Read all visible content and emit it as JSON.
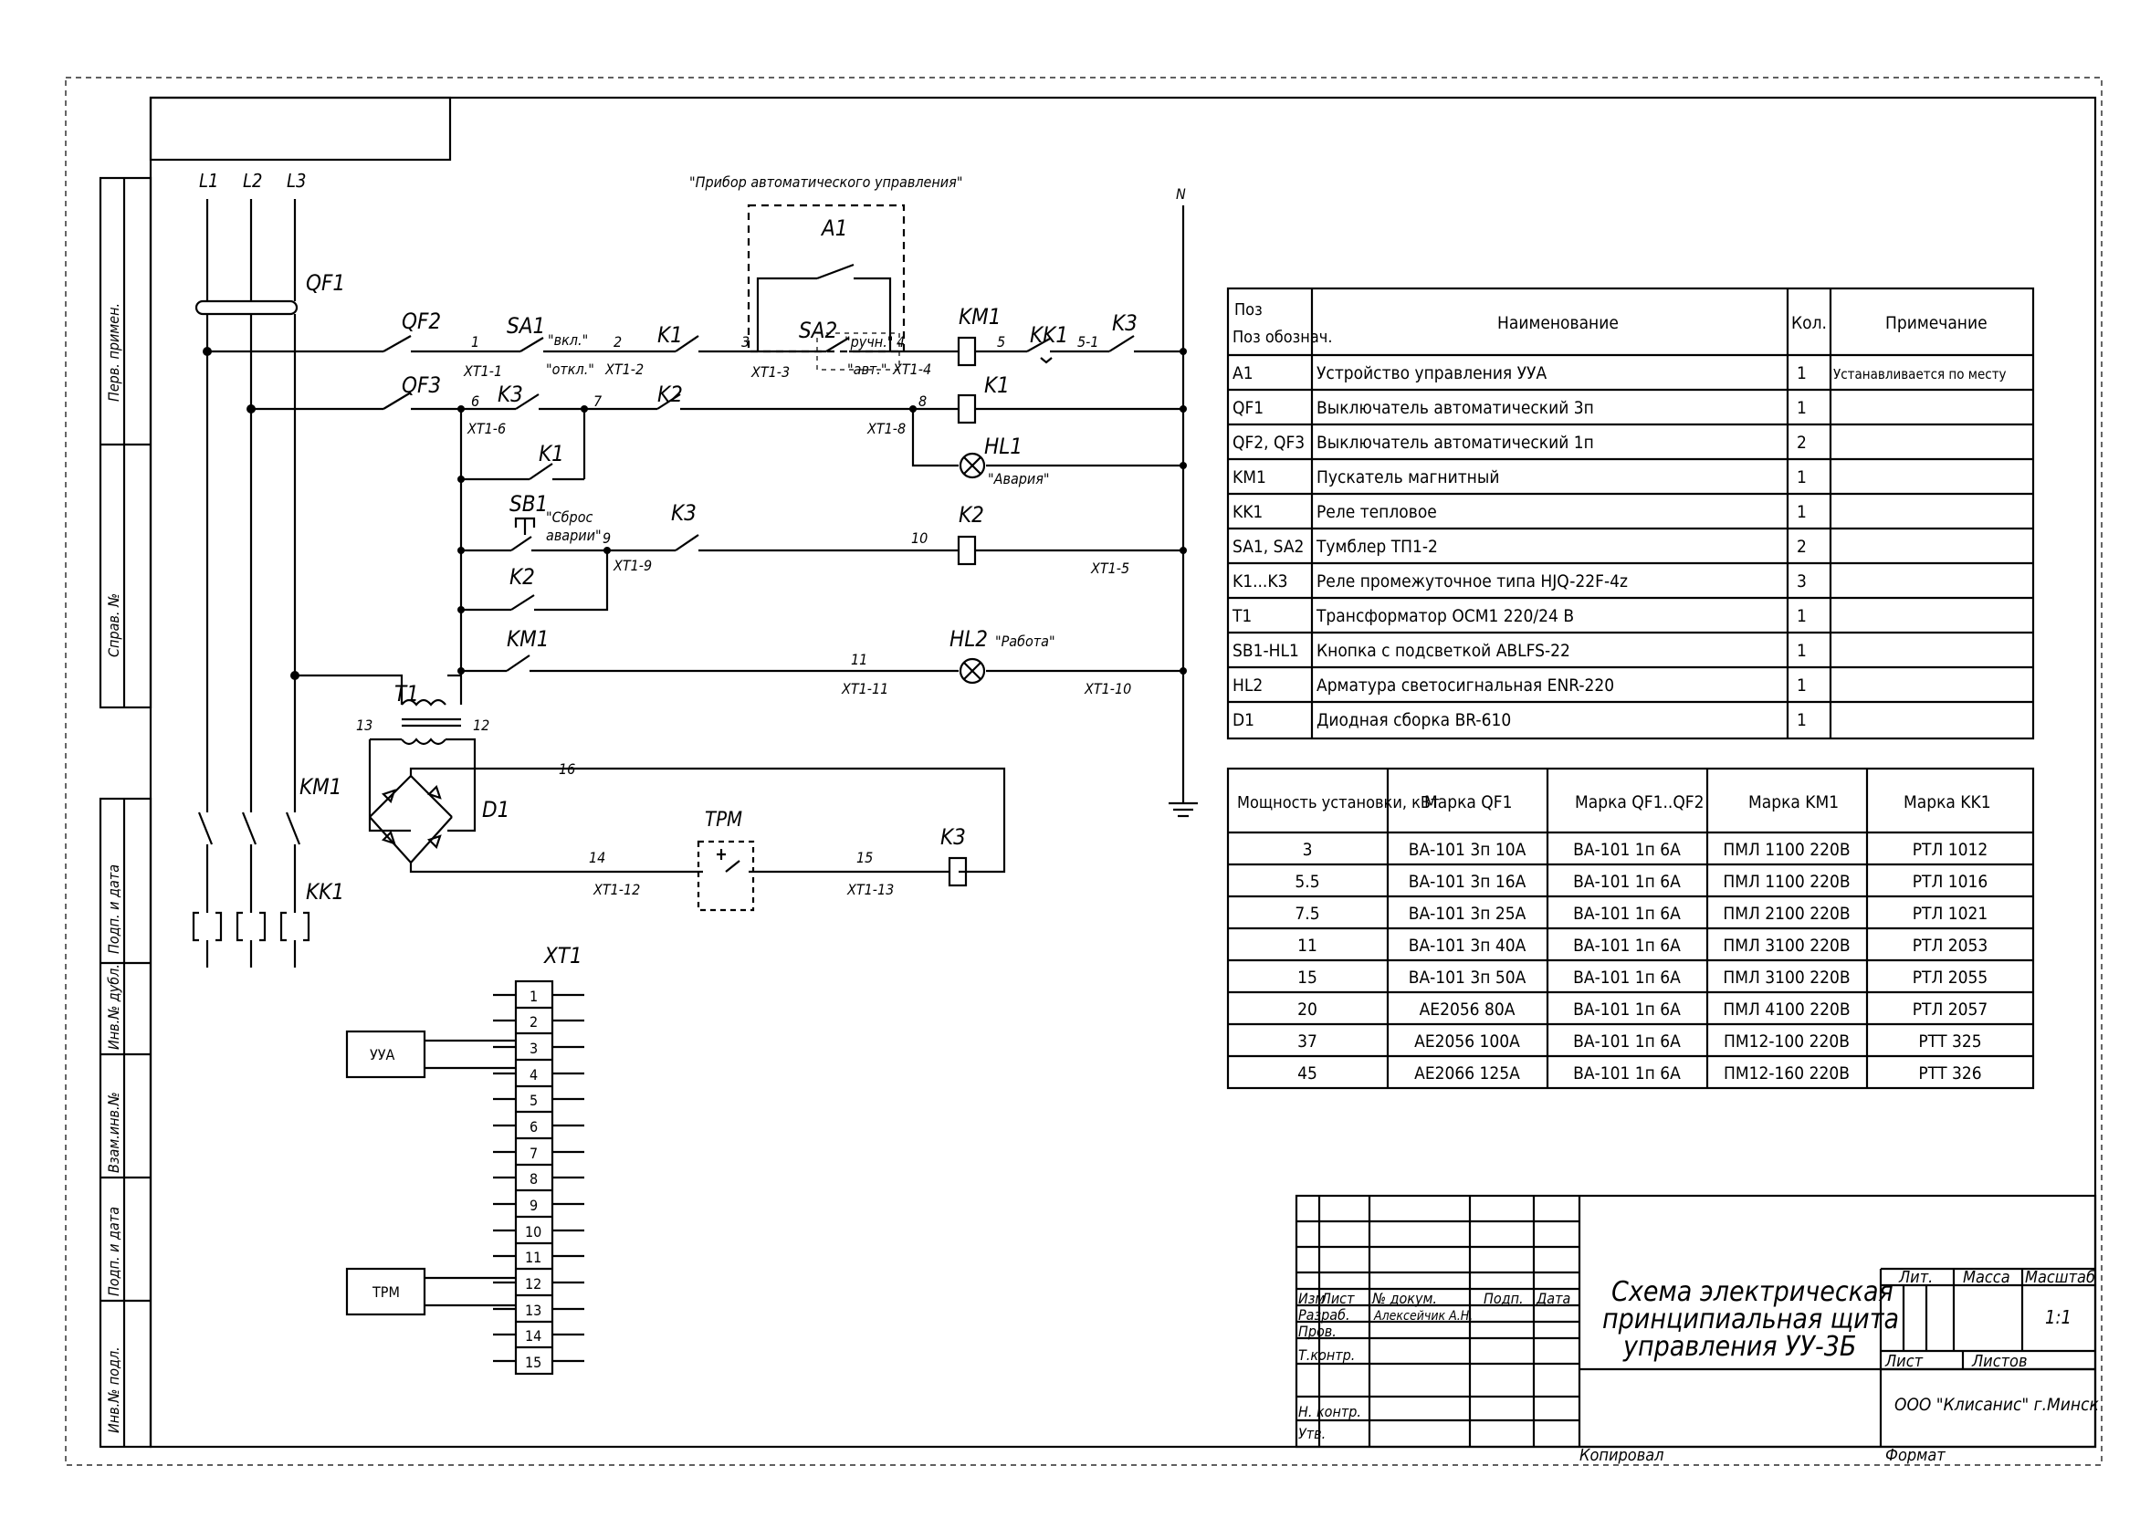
{
  "diagram": {
    "phases": [
      "L1",
      "L2",
      "L3"
    ],
    "neutral": "N",
    "device_caption": "\"Прибор автоматического управления\"",
    "labels": {
      "QF1": "QF1",
      "QF2": "QF2",
      "QF3": "QF3",
      "SA1": "SA1",
      "SA2": "SA2",
      "SA1_on": "\"вкл.\"",
      "SA1_off": "\"откл.\"",
      "SA2_man": "\"ручн.\"",
      "SA2_auto": "\"авт.\"",
      "K1": "K1",
      "K2": "K2",
      "K3": "K3",
      "KM1": "KM1",
      "KK1": "KK1",
      "A1": "A1",
      "HL1": "HL1",
      "HL2": "HL2",
      "HL1_text": "\"Авария\"",
      "HL2_text": "\"Работа\"",
      "SB1": "SB1",
      "SB1_text1": "\"Сброс",
      "SB1_text2": "аварии\"",
      "T1": "T1",
      "D1": "D1",
      "TPM": "ТРМ"
    },
    "nodes": [
      "1",
      "2",
      "3",
      "4",
      "5",
      "5-1",
      "6",
      "7",
      "8",
      "9",
      "10",
      "11",
      "12",
      "13",
      "14",
      "15",
      "16"
    ],
    "terminal_refs": [
      "XT1-1",
      "XT1-2",
      "XT1-3",
      "XT1-4",
      "XT1-6",
      "XT1-8",
      "XT1-9",
      "XT1-5",
      "XT1-11",
      "XT1-10",
      "XT1-12",
      "XT1-13"
    ]
  },
  "terminal_block": {
    "title": "XT1",
    "terminals": [
      "1",
      "2",
      "3",
      "4",
      "5",
      "6",
      "7",
      "8",
      "9",
      "10",
      "11",
      "12",
      "13",
      "14",
      "15"
    ],
    "device_uua": "УУА",
    "device_trm": "ТРМ"
  },
  "side_labels": [
    "Перв. примен.",
    "Справ. №",
    "Подп. и дата",
    "Инв.№ дубл.",
    "Взам.инв.№",
    "Подп. и дата",
    "Инв.№ подл."
  ],
  "parts_table": {
    "headers": [
      "Поз обознач.",
      "Наименование",
      "Кол.",
      "Примечание"
    ],
    "rows": [
      [
        "A1",
        "Устройство управления УУА",
        "1",
        "Устанавливается по месту"
      ],
      [
        "QF1",
        "Выключатель автоматический 3п",
        "1",
        ""
      ],
      [
        "QF2, QF3",
        "Выключатель автоматический 1п",
        "2",
        ""
      ],
      [
        "KM1",
        "Пускатель магнитный",
        "1",
        ""
      ],
      [
        "KK1",
        "Реле тепловое",
        "1",
        ""
      ],
      [
        "SA1, SA2",
        "Тумблер ТП1-2",
        "2",
        ""
      ],
      [
        "K1...K3",
        "Реле промежуточное типа HJQ-22F-4z",
        "3",
        ""
      ],
      [
        "T1",
        "Трансформатор ОСМ1 220/24 В",
        "1",
        ""
      ],
      [
        "SB1-HL1",
        "Кнопка с подсветкой ABLFS-22",
        "1",
        ""
      ],
      [
        "HL2",
        "Арматура светосигнальная ENR-220",
        "1",
        ""
      ],
      [
        "D1",
        "Диодная сборка BR-610",
        "1",
        ""
      ]
    ]
  },
  "power_table": {
    "headers": [
      "Мощность установки, кВт",
      "Марка QF1",
      "Марка QF1..QF2",
      "Марка KM1",
      "Марка KK1"
    ],
    "rows": [
      [
        "3",
        "ВА-101 3п 10А",
        "ВА-101 1п 6А",
        "ПМЛ 1100 220В",
        "РТЛ 1012"
      ],
      [
        "5.5",
        "ВА-101 3п 16А",
        "ВА-101 1п 6А",
        "ПМЛ 1100 220В",
        "РТЛ 1016"
      ],
      [
        "7.5",
        "ВА-101 3п 25А",
        "ВА-101 1п 6А",
        "ПМЛ 2100 220В",
        "РТЛ 1021"
      ],
      [
        "11",
        "ВА-101 3п 40А",
        "ВА-101 1п 6А",
        "ПМЛ 3100 220В",
        "РТЛ 2053"
      ],
      [
        "15",
        "ВА-101 3п 50А",
        "ВА-101 1п 6А",
        "ПМЛ 3100 220В",
        "РТЛ 2055"
      ],
      [
        "20",
        "АЕ2056 80А",
        "ВА-101 1п 6А",
        "ПМЛ 4100 220В",
        "РТЛ 2057"
      ],
      [
        "37",
        "АЕ2056 100А",
        "ВА-101 1п 6А",
        "ПМ12-100 220В",
        "РТТ 325"
      ],
      [
        "45",
        "АЕ2066 125А",
        "ВА-101 1п 6А",
        "ПМ12-160 220В",
        "РТТ 326"
      ]
    ]
  },
  "title_block": {
    "col_headers": [
      "Изм",
      "Лист",
      "№ докум.",
      "Подп.",
      "Дата"
    ],
    "roles": [
      "Разраб.",
      "Пров.",
      "Т.контр.",
      "",
      "Н. контр.",
      "Утв."
    ],
    "developer": "Алексейчик А.Н.",
    "title_lines": [
      "Схема электрическая",
      "принципиальная щита",
      "управления УУ-3Б"
    ],
    "lit": "Лит.",
    "mass": "Масса",
    "scale_label": "Масштаб",
    "scale": "1:1",
    "sheet": "Лист",
    "sheets": "Листов",
    "company": "ООО \"Клисанис\" г.Минск",
    "copied": "Копировал",
    "format": "Формат"
  }
}
